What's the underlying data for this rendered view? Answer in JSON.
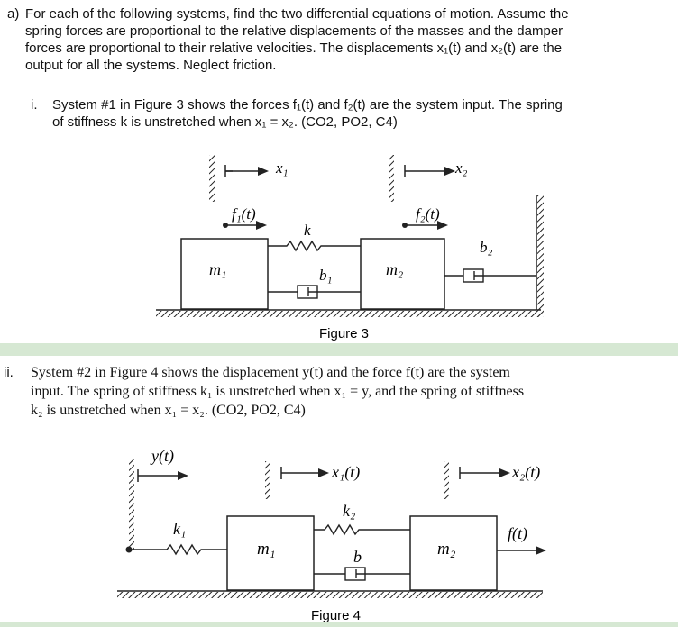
{
  "part_a": {
    "label": "a)",
    "lines": [
      "For each of the following systems, find the two differential equations of motion. Assume the",
      "spring forces are proportional to the relative displacements of the masses and the damper",
      "forces are proportional to their relative velocities. The displacements x₁(t) and x₂(t) are the",
      "output for all the systems. Neglect friction."
    ]
  },
  "sub_i": {
    "label": "i.",
    "lines": [
      "System #1 in Figure 3 shows the forces f₁(t) and f₂(t) are the system input. The spring",
      "of stiffness k is unstretched when x₁ = x₂. (CO2, PO2, C4)"
    ]
  },
  "figure3": {
    "caption": "Figure 3",
    "x1": "x₁",
    "x2": "x₂",
    "f1": "f₁(t)",
    "f2": "f₂(t)",
    "k": "k",
    "b1": "b₁",
    "b2": "b₂",
    "m1": "m₁",
    "m2": "m₂"
  },
  "sub_ii": {
    "label": "ii.",
    "lines": [
      "System #2 in Figure 4 shows the displacement y(t) and the force f(t) are the system",
      "input. The spring of stiffness k₁ is unstretched when x₁ = y, and the spring of stiffness",
      "k₂ is unstretched when x₁ = x₂. (CO2, PO2, C4)"
    ]
  },
  "figure4": {
    "caption": "Figure 4",
    "y": "y(t)",
    "x1": "x₁(t)",
    "x2": "x₂(t)",
    "f": "f(t)",
    "k1": "k₁",
    "k2": "k₂",
    "b": "b",
    "m1": "m₁",
    "m2": "m₂"
  }
}
